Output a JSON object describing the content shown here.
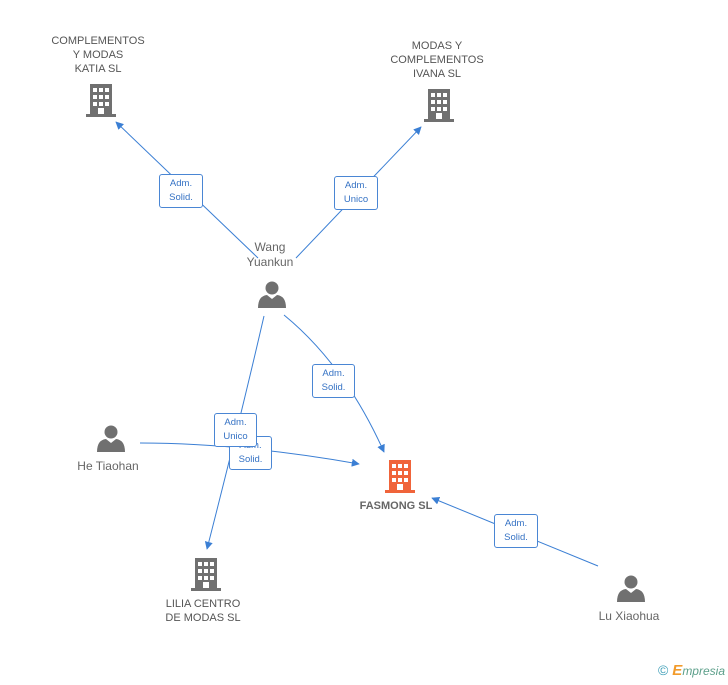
{
  "colors": {
    "edge": "#3b7fd4",
    "company": "#707070",
    "focus_company": "#f0643a",
    "person": "#707070"
  },
  "nodes": {
    "katia": {
      "lines": [
        "COMPLEMENTOS",
        "Y MODAS",
        "KATIA SL"
      ],
      "icon": "building-icon"
    },
    "ivana": {
      "lines": [
        "MODAS Y",
        "COMPLEMENTOS",
        "IVANA SL"
      ],
      "icon": "building-icon"
    },
    "wang": {
      "lines": [
        "Wang",
        "Yuankun"
      ],
      "icon": "person-icon"
    },
    "he": {
      "lines": [
        "He Tiaohan"
      ],
      "icon": "person-icon"
    },
    "fasmong": {
      "lines": [
        "FASMONG SL"
      ],
      "icon": "building-icon"
    },
    "lilia": {
      "lines": [
        "LILIA CENTRO",
        "DE MODAS SL"
      ],
      "icon": "building-icon"
    },
    "lu": {
      "lines": [
        "Lu Xiaohua"
      ],
      "icon": "person-icon"
    }
  },
  "edges": {
    "wang_katia": [
      "Adm.",
      "Solid."
    ],
    "wang_ivana": [
      "Adm.",
      "Unico"
    ],
    "wang_fasmong": [
      "Adm.",
      "Solid."
    ],
    "wang_lilia": [
      "Adm.",
      "Unico"
    ],
    "he_fasmong": [
      "Adm.",
      "Solid."
    ],
    "lu_fasmong": [
      "Adm.",
      "Solid."
    ]
  },
  "credit": {
    "copyright": "©",
    "brand_initial": "E",
    "brand_rest": "mpresia"
  }
}
